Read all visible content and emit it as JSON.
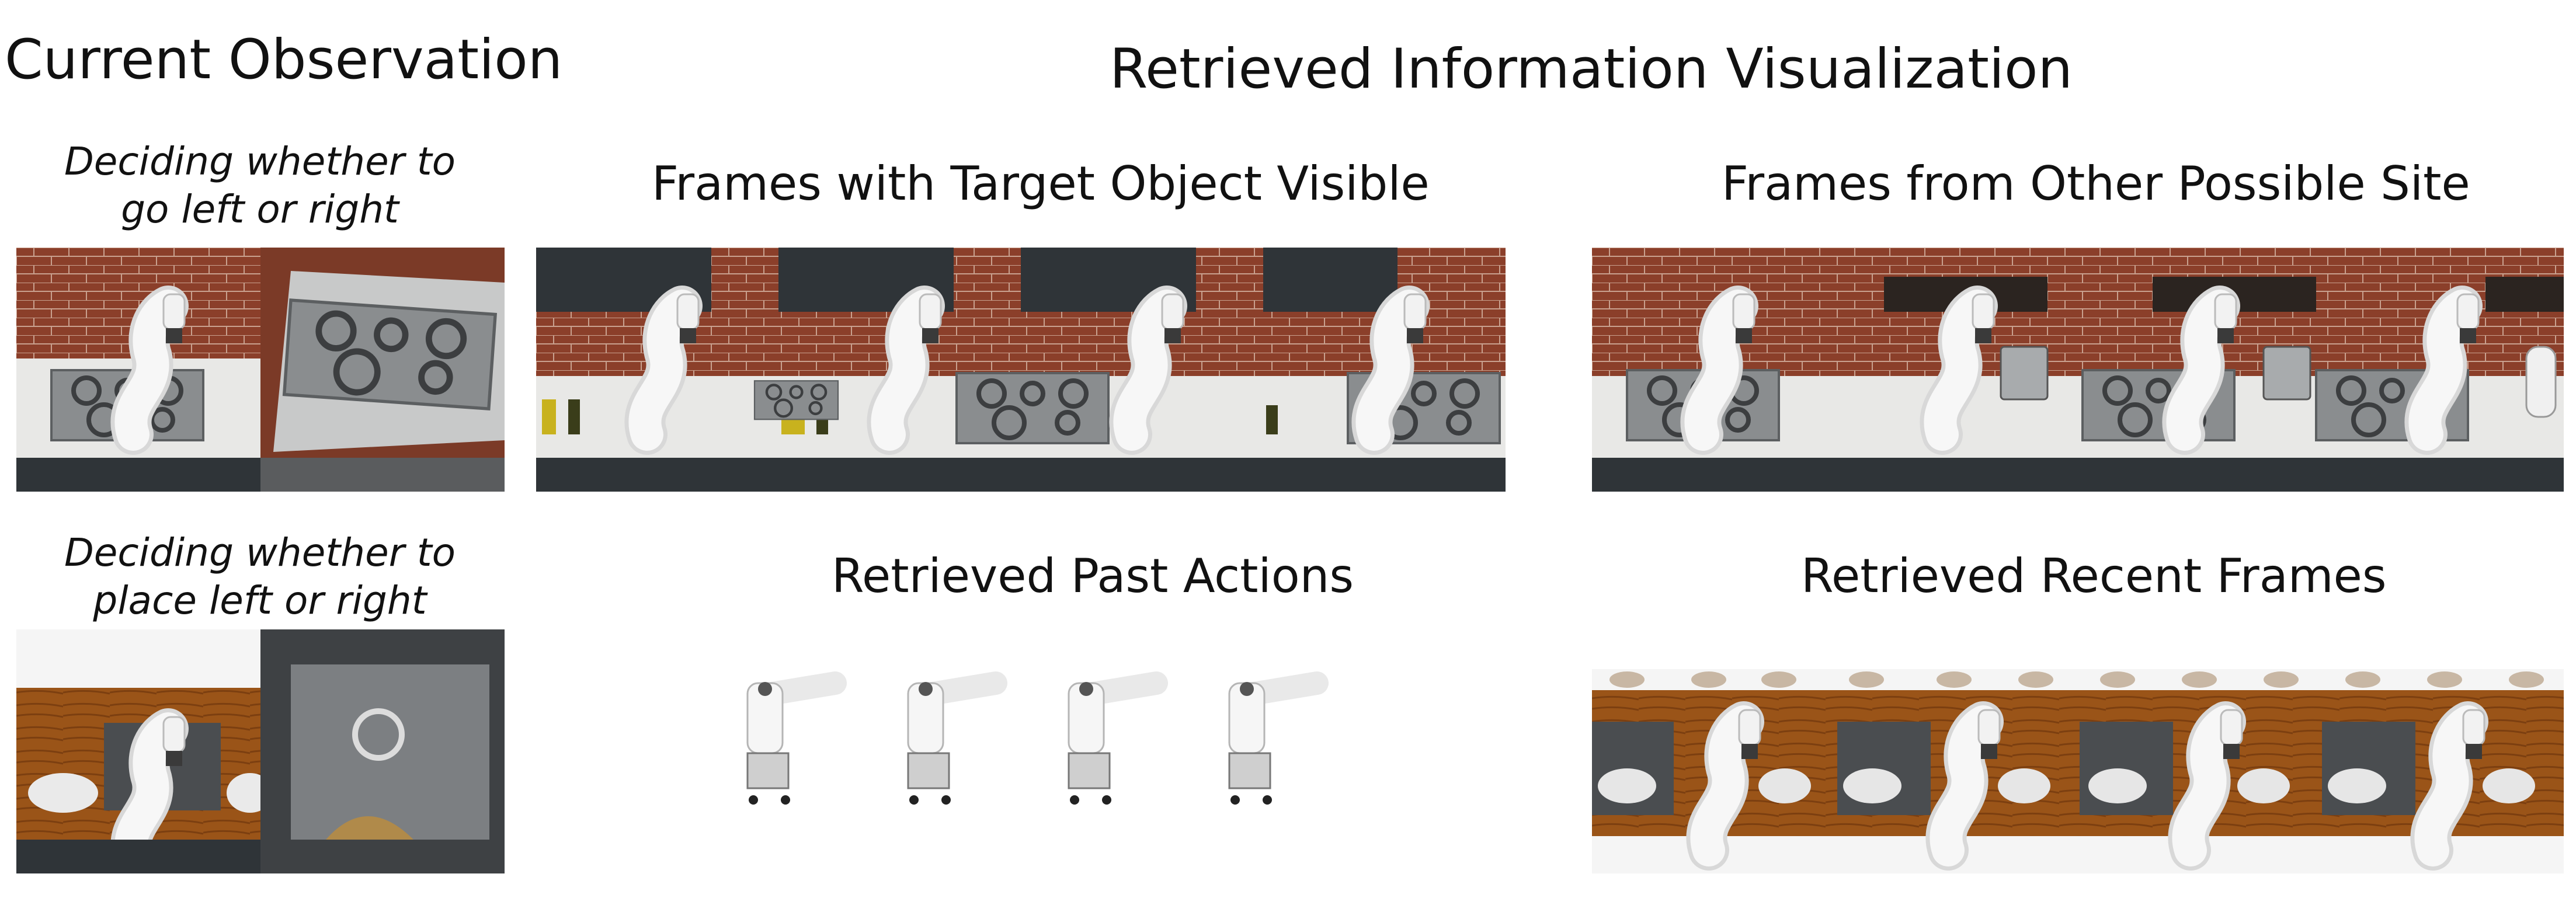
{
  "current": {
    "title": "Current Observation",
    "case1_line1": "Deciding whether to",
    "case1_line2": "go left or right",
    "case2_line1": "Deciding whether to",
    "case2_line2": "place left or right"
  },
  "retrieved": {
    "title": "Retrieved Information Visualization",
    "target_title": "Frames with Target Object Visible",
    "other_title": "Frames from Other Possible Site",
    "actions_title": "Retrieved Past Actions",
    "recent_title": "Retrieved Recent Frames"
  },
  "colors": {
    "brick": "#8b3f2a",
    "counter": "#e8e8e6",
    "cabinet": "#2f3438",
    "stove": "#8a8d8f",
    "wood": "#9a5418",
    "sink": "#4a4d50",
    "robot": "#f4f4f4"
  },
  "icons": [
    "robot-arm-icon",
    "stove-icon",
    "sink-icon",
    "bottle-icon",
    "toaster-icon",
    "plate-icon"
  ]
}
